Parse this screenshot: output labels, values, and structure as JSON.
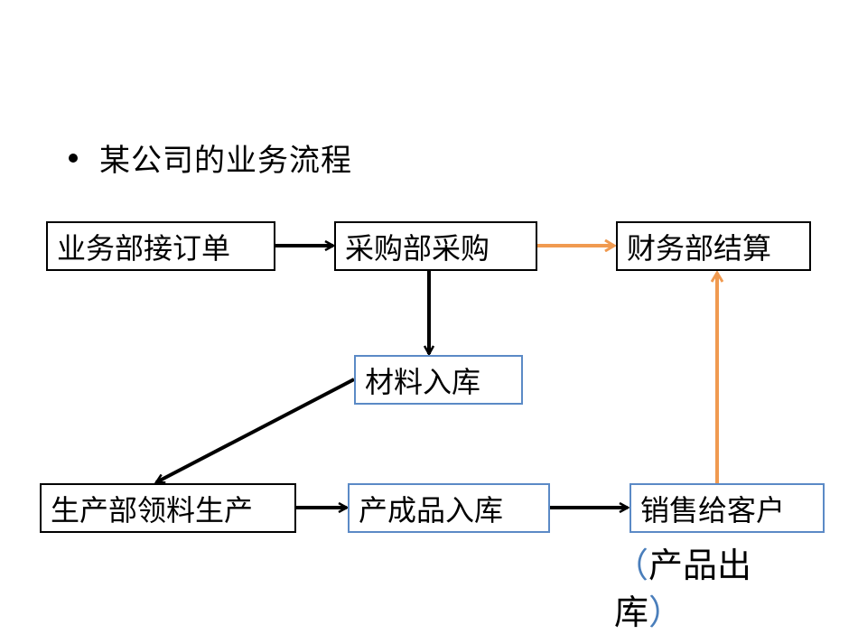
{
  "title": {
    "bullet": "•",
    "text": "某公司的业务流程"
  },
  "nodes": {
    "order": "业务部接订单",
    "purchase": "采购部采购",
    "finance": "财务部结算",
    "material_in": "材料入库",
    "production": "生产部领料生产",
    "product_in": "产成品入库",
    "sales": "销售给客户"
  },
  "note": {
    "open_paren": "（",
    "text1": "产品出",
    "text2": "库",
    "close_paren": "）"
  },
  "colors": {
    "black_edge": "#000000",
    "orange_edge": "#f09a50",
    "blue_border": "#5b8ac6",
    "paren": "#4a7ebb"
  },
  "edges": [
    {
      "from": "order",
      "to": "purchase",
      "color": "black"
    },
    {
      "from": "purchase",
      "to": "finance",
      "color": "orange"
    },
    {
      "from": "purchase",
      "to": "material_in",
      "color": "black"
    },
    {
      "from": "material_in",
      "to": "production",
      "color": "black"
    },
    {
      "from": "production",
      "to": "product_in",
      "color": "black"
    },
    {
      "from": "product_in",
      "to": "sales",
      "color": "black"
    },
    {
      "from": "sales",
      "to": "finance",
      "color": "orange"
    }
  ]
}
